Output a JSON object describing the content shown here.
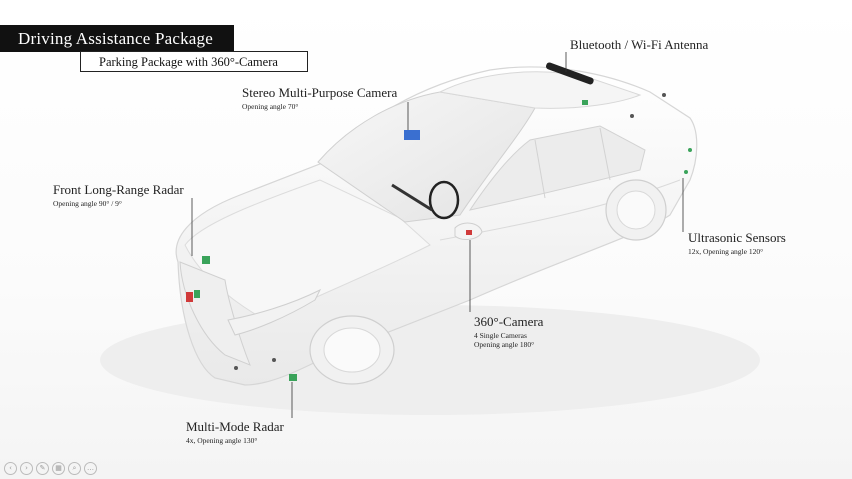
{
  "header": {
    "title": "Driving Assistance Package",
    "subtitle": "Parking Package with 360°-Camera"
  },
  "labels": {
    "bluetooth": {
      "title": "Bluetooth / Wi-Fi Antenna"
    },
    "stereo_camera": {
      "title": "Stereo Multi-Purpose Camera",
      "detail": "Opening angle 70°"
    },
    "front_radar": {
      "title": "Front Long-Range Radar",
      "detail": "Opening angle 90° / 9°"
    },
    "ultrasonic": {
      "title": "Ultrasonic Sensors",
      "detail": "12x, Opening angle 120°"
    },
    "camera_360": {
      "title": "360°-Camera",
      "detail_line1": "4 Single Cameras",
      "detail_line2": "Opening angle 180°"
    },
    "multi_mode_radar": {
      "title": "Multi-Mode Radar",
      "detail": "4x, Opening angle 130°"
    }
  },
  "controls": [
    "prev-icon",
    "next-icon",
    "pen-icon",
    "slides-icon",
    "zoom-icon",
    "more-icon"
  ],
  "colors": {
    "accent_box": "#111111",
    "car_body": "#f3f3f3",
    "sensor_green": "#3aa35a",
    "sensor_red": "#d03a3a",
    "camera_blue": "#3a6fd0"
  }
}
